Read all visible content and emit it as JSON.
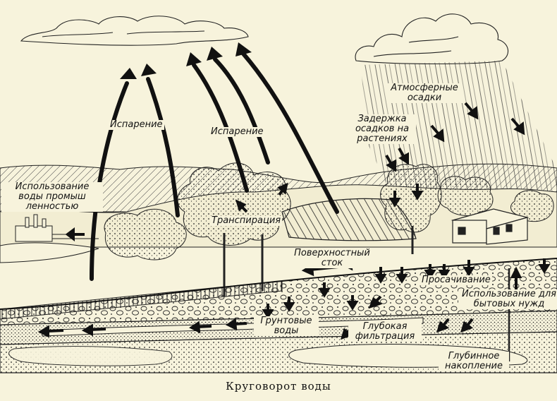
{
  "labels": {
    "evaporation_left": "Испарение",
    "evaporation_right": "Испарение",
    "industry_line1": "Использование",
    "industry_line2": "воды промыш",
    "industry_line3": "ленностью",
    "precip_line1": "Атмосферные",
    "precip_line2": "осадки",
    "retention_line1": "Задержка",
    "retention_line2": "осадков на",
    "retention_line3": "растениях",
    "transpiration": "Транспирация",
    "runoff_line1": "Поверхностный",
    "runoff_line2": "сток",
    "infiltration": "Просачивание",
    "domestic_line1": "Использование для",
    "domestic_line2": "бытовых нужд",
    "groundwater_line1": "Грунтовые",
    "groundwater_line2": "воды",
    "deep_filtration_line1": "Глубокая",
    "deep_filtration_line2": "фильтрация",
    "deep_storage_line1": "Глубинное",
    "deep_storage_line2": "накопление"
  },
  "caption": "Круговорот воды",
  "colors": {
    "paper": "#f7f3dc",
    "ink": "#111111"
  }
}
